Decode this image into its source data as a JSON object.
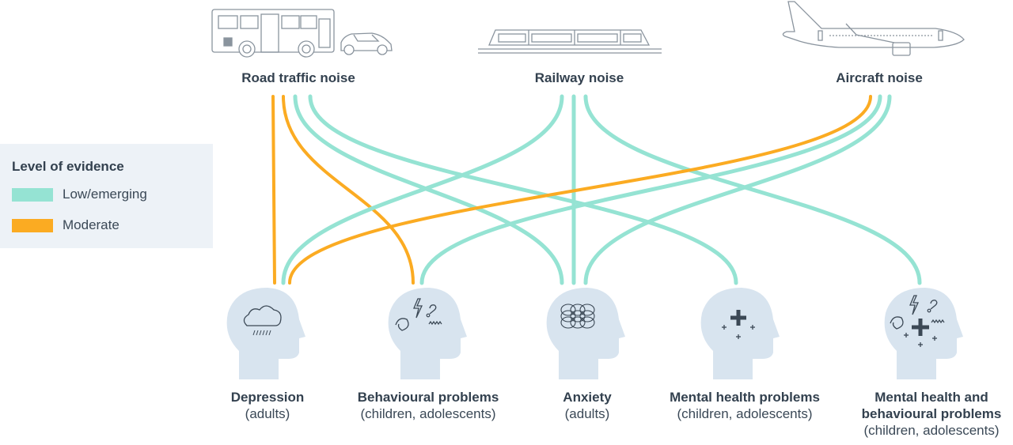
{
  "legend": {
    "title": "Level of evidence",
    "items": [
      {
        "label": "Low/emerging",
        "color": "#95e3d3"
      },
      {
        "label": "Moderate",
        "color": "#fbab22"
      }
    ]
  },
  "sources": [
    {
      "id": "road",
      "label": "Road traffic noise",
      "icon": "bus-and-car-icon"
    },
    {
      "id": "rail",
      "label": "Railway noise",
      "icon": "tram-train-icon"
    },
    {
      "id": "air",
      "label": "Aircraft noise",
      "icon": "airplane-icon"
    }
  ],
  "outcomes": [
    {
      "id": "depression",
      "title": "Depression",
      "subtitle": "(adults)",
      "icon": "rain-cloud-icon"
    },
    {
      "id": "behavioural",
      "title": "Behavioural problems",
      "subtitle": "(children, adolescents)",
      "icon": "lightning-scribble-icon"
    },
    {
      "id": "anxiety",
      "title": "Anxiety",
      "subtitle": "(adults)",
      "icon": "tangled-scribble-icon"
    },
    {
      "id": "mental",
      "title": "Mental health problems",
      "subtitle": "(children, adolescents)",
      "icon": "plus-cross-icon"
    },
    {
      "id": "mental_behav",
      "title_line1": "Mental health and",
      "title_line2": "behavioural problems",
      "subtitle": "(children, adolescents)",
      "icon": "plus-and-lightning-icon"
    }
  ],
  "links": [
    {
      "from": "road",
      "to": "depression",
      "evidence": "Moderate"
    },
    {
      "from": "road",
      "to": "behavioural",
      "evidence": "Moderate"
    },
    {
      "from": "road",
      "to": "anxiety",
      "evidence": "Low/emerging"
    },
    {
      "from": "road",
      "to": "mental",
      "evidence": "Low/emerging"
    },
    {
      "from": "rail",
      "to": "depression",
      "evidence": "Low/emerging"
    },
    {
      "from": "rail",
      "to": "anxiety",
      "evidence": "Low/emerging"
    },
    {
      "from": "rail",
      "to": "mental_behav",
      "evidence": "Low/emerging"
    },
    {
      "from": "air",
      "to": "depression",
      "evidence": "Moderate"
    },
    {
      "from": "air",
      "to": "behavioural",
      "evidence": "Low/emerging"
    },
    {
      "from": "air",
      "to": "anxiety",
      "evidence": "Low/emerging"
    }
  ],
  "colors": {
    "low": "#95e3d3",
    "moderate": "#fbab22",
    "head": "#d8e4ef",
    "icon_stroke": "#3b4855",
    "vehicle_stroke": "#8a949e"
  }
}
